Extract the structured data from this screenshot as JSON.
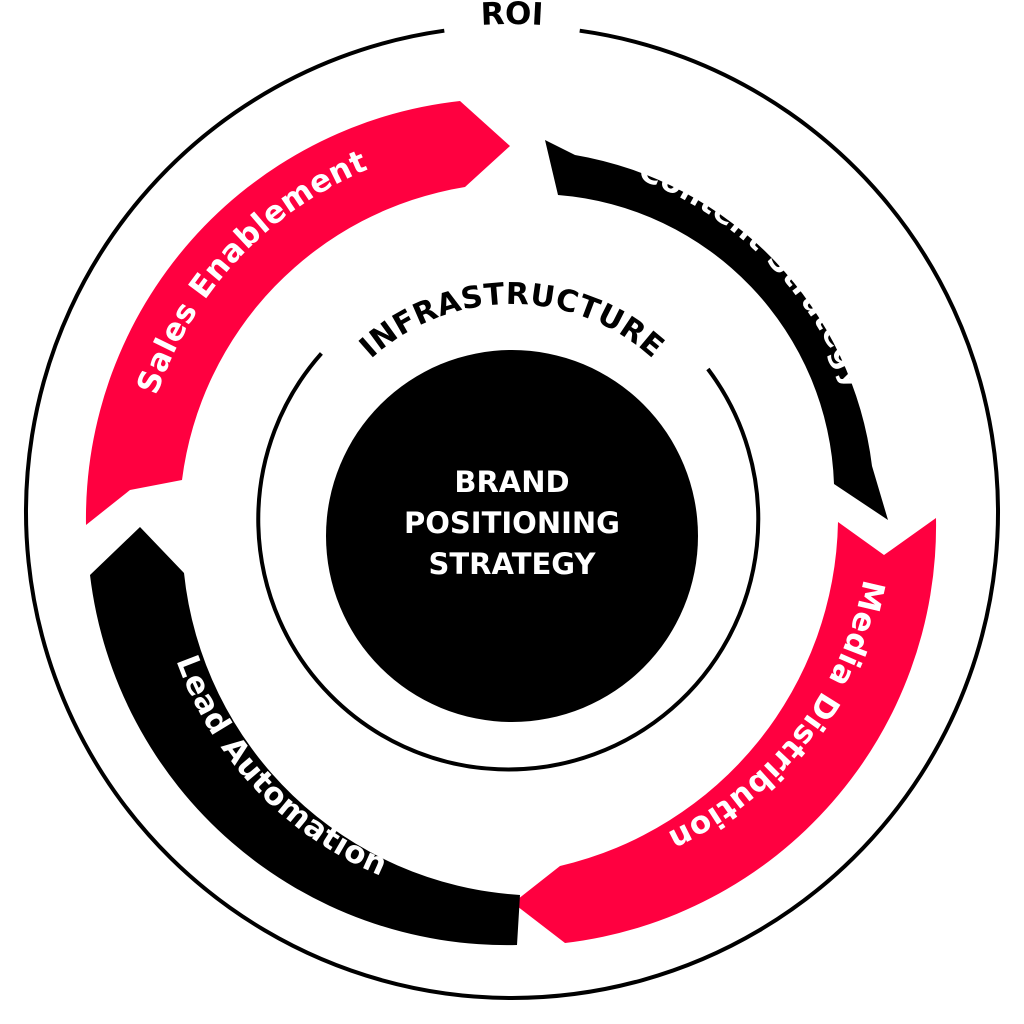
{
  "outer_ring": {
    "label": "ROI"
  },
  "inner_ring": {
    "label": "INFRASTRUCTURE"
  },
  "core": {
    "lines": [
      "BRAND",
      "POSITIONING",
      "STRATEGY"
    ]
  },
  "cycle": [
    {
      "label": "Content Strategy",
      "color": "#000000"
    },
    {
      "label": "Media Distribution",
      "color": "#ff0040"
    },
    {
      "label": "Lead Automation",
      "color": "#000000"
    },
    {
      "label": "Sales Enablement",
      "color": "#ff0040"
    }
  ],
  "colors": {
    "accent_red": "#ff0040",
    "dark": "#000000",
    "background": "#ffffff"
  }
}
